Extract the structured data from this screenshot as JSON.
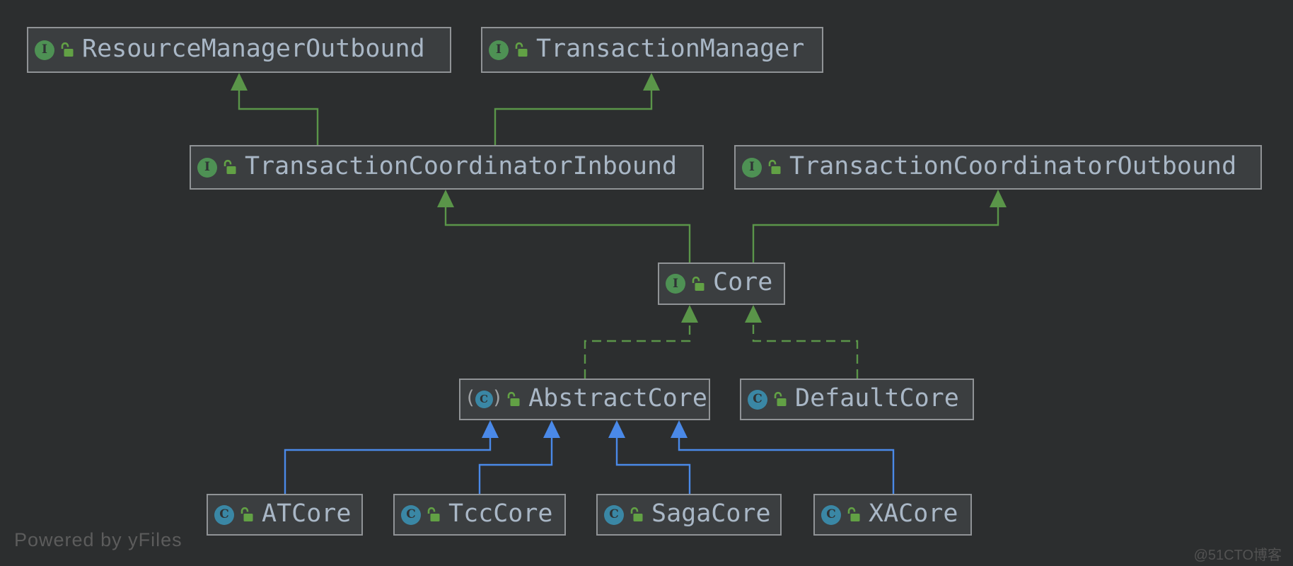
{
  "colors": {
    "background": "#2c2e2f",
    "node_fill": "#3b3e40",
    "node_border": "#909396",
    "node_text": "#a9b7c6",
    "interface_icon": "#4e9154",
    "class_icon": "#3a87a5",
    "icon_letter": "#2f3335",
    "paren": "#9ea1a4",
    "lock": "#62a145",
    "extends_edge": "#5a9549",
    "class_extends_edge": "#4a89e8",
    "powered_text": "#5c5c5c",
    "watermark_text": "#525252"
  },
  "glyphs": {
    "interface_letter": "I",
    "class_letter": "C",
    "paren_open": "(",
    "paren_close": ")"
  },
  "nodes": [
    {
      "label": "ResourceManagerOutbound",
      "type": "interface",
      "visibility": "public"
    },
    {
      "label": "TransactionManager",
      "type": "interface",
      "visibility": "public"
    },
    {
      "label": "TransactionCoordinatorInbound",
      "type": "interface",
      "visibility": "public"
    },
    {
      "label": "TransactionCoordinatorOutbound",
      "type": "interface",
      "visibility": "public"
    },
    {
      "label": "Core",
      "type": "interface",
      "visibility": "public"
    },
    {
      "label": "AbstractCore",
      "type": "abstract-class",
      "visibility": "public"
    },
    {
      "label": "DefaultCore",
      "type": "class",
      "visibility": "public"
    },
    {
      "label": "ATCore",
      "type": "class",
      "visibility": "public"
    },
    {
      "label": "TccCore",
      "type": "class",
      "visibility": "public"
    },
    {
      "label": "SagaCore",
      "type": "class",
      "visibility": "public"
    },
    {
      "label": "XACore",
      "type": "class",
      "visibility": "public"
    }
  ],
  "edges": [
    {
      "from": "TransactionCoordinatorInbound",
      "to": "ResourceManagerOutbound",
      "type": "extends",
      "style": "solid-green"
    },
    {
      "from": "TransactionCoordinatorInbound",
      "to": "TransactionManager",
      "type": "extends",
      "style": "solid-green"
    },
    {
      "from": "Core",
      "to": "TransactionCoordinatorInbound",
      "type": "extends",
      "style": "solid-green"
    },
    {
      "from": "Core",
      "to": "TransactionCoordinatorOutbound",
      "type": "extends",
      "style": "solid-green"
    },
    {
      "from": "AbstractCore",
      "to": "Core",
      "type": "implements",
      "style": "dashed-green"
    },
    {
      "from": "DefaultCore",
      "to": "Core",
      "type": "implements",
      "style": "dashed-green"
    },
    {
      "from": "ATCore",
      "to": "AbstractCore",
      "type": "extends",
      "style": "solid-blue"
    },
    {
      "from": "TccCore",
      "to": "AbstractCore",
      "type": "extends",
      "style": "solid-blue"
    },
    {
      "from": "SagaCore",
      "to": "AbstractCore",
      "type": "extends",
      "style": "solid-blue"
    },
    {
      "from": "XACore",
      "to": "AbstractCore",
      "type": "extends",
      "style": "solid-blue"
    }
  ],
  "branding": {
    "powered_by": "Powered by yFiles",
    "watermark": "@51CTO博客"
  }
}
